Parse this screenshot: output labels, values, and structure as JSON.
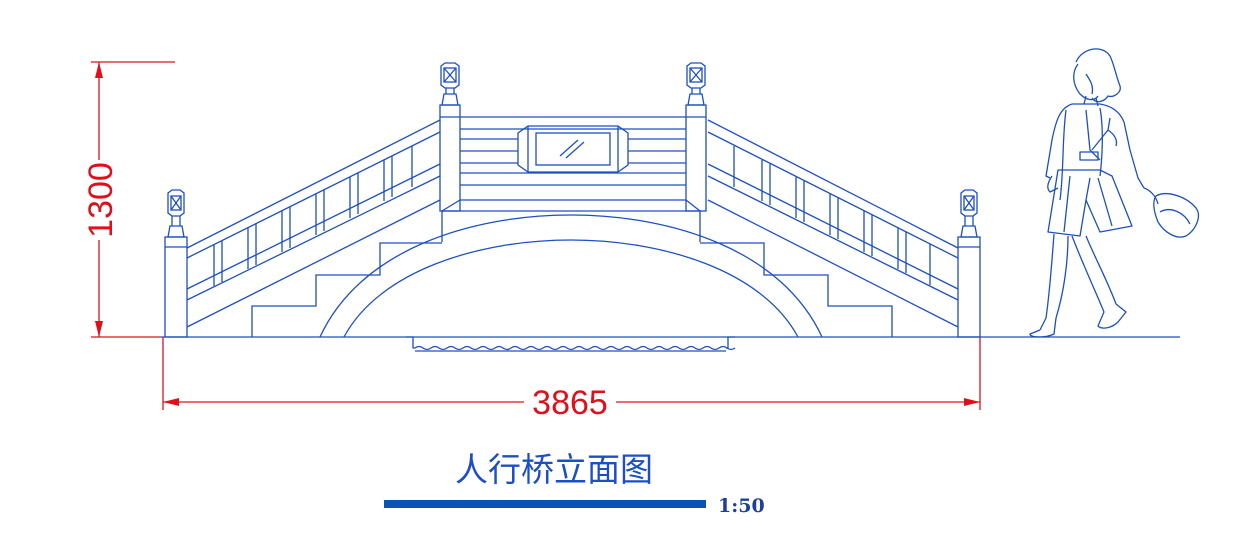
{
  "drawing": {
    "title": "人行桥立面图",
    "scale": "1:50"
  },
  "dimensions": {
    "height_label": "1300",
    "width_label": "3865"
  },
  "colors": {
    "line": "#1d4fc4",
    "dimension": "#e0101a",
    "title_bar": "#0a52b3",
    "background": "#ffffff"
  },
  "icons": {
    "figure": "walking-woman-figure",
    "water": "water-wave-line",
    "lantern": "post-lantern-cap"
  }
}
